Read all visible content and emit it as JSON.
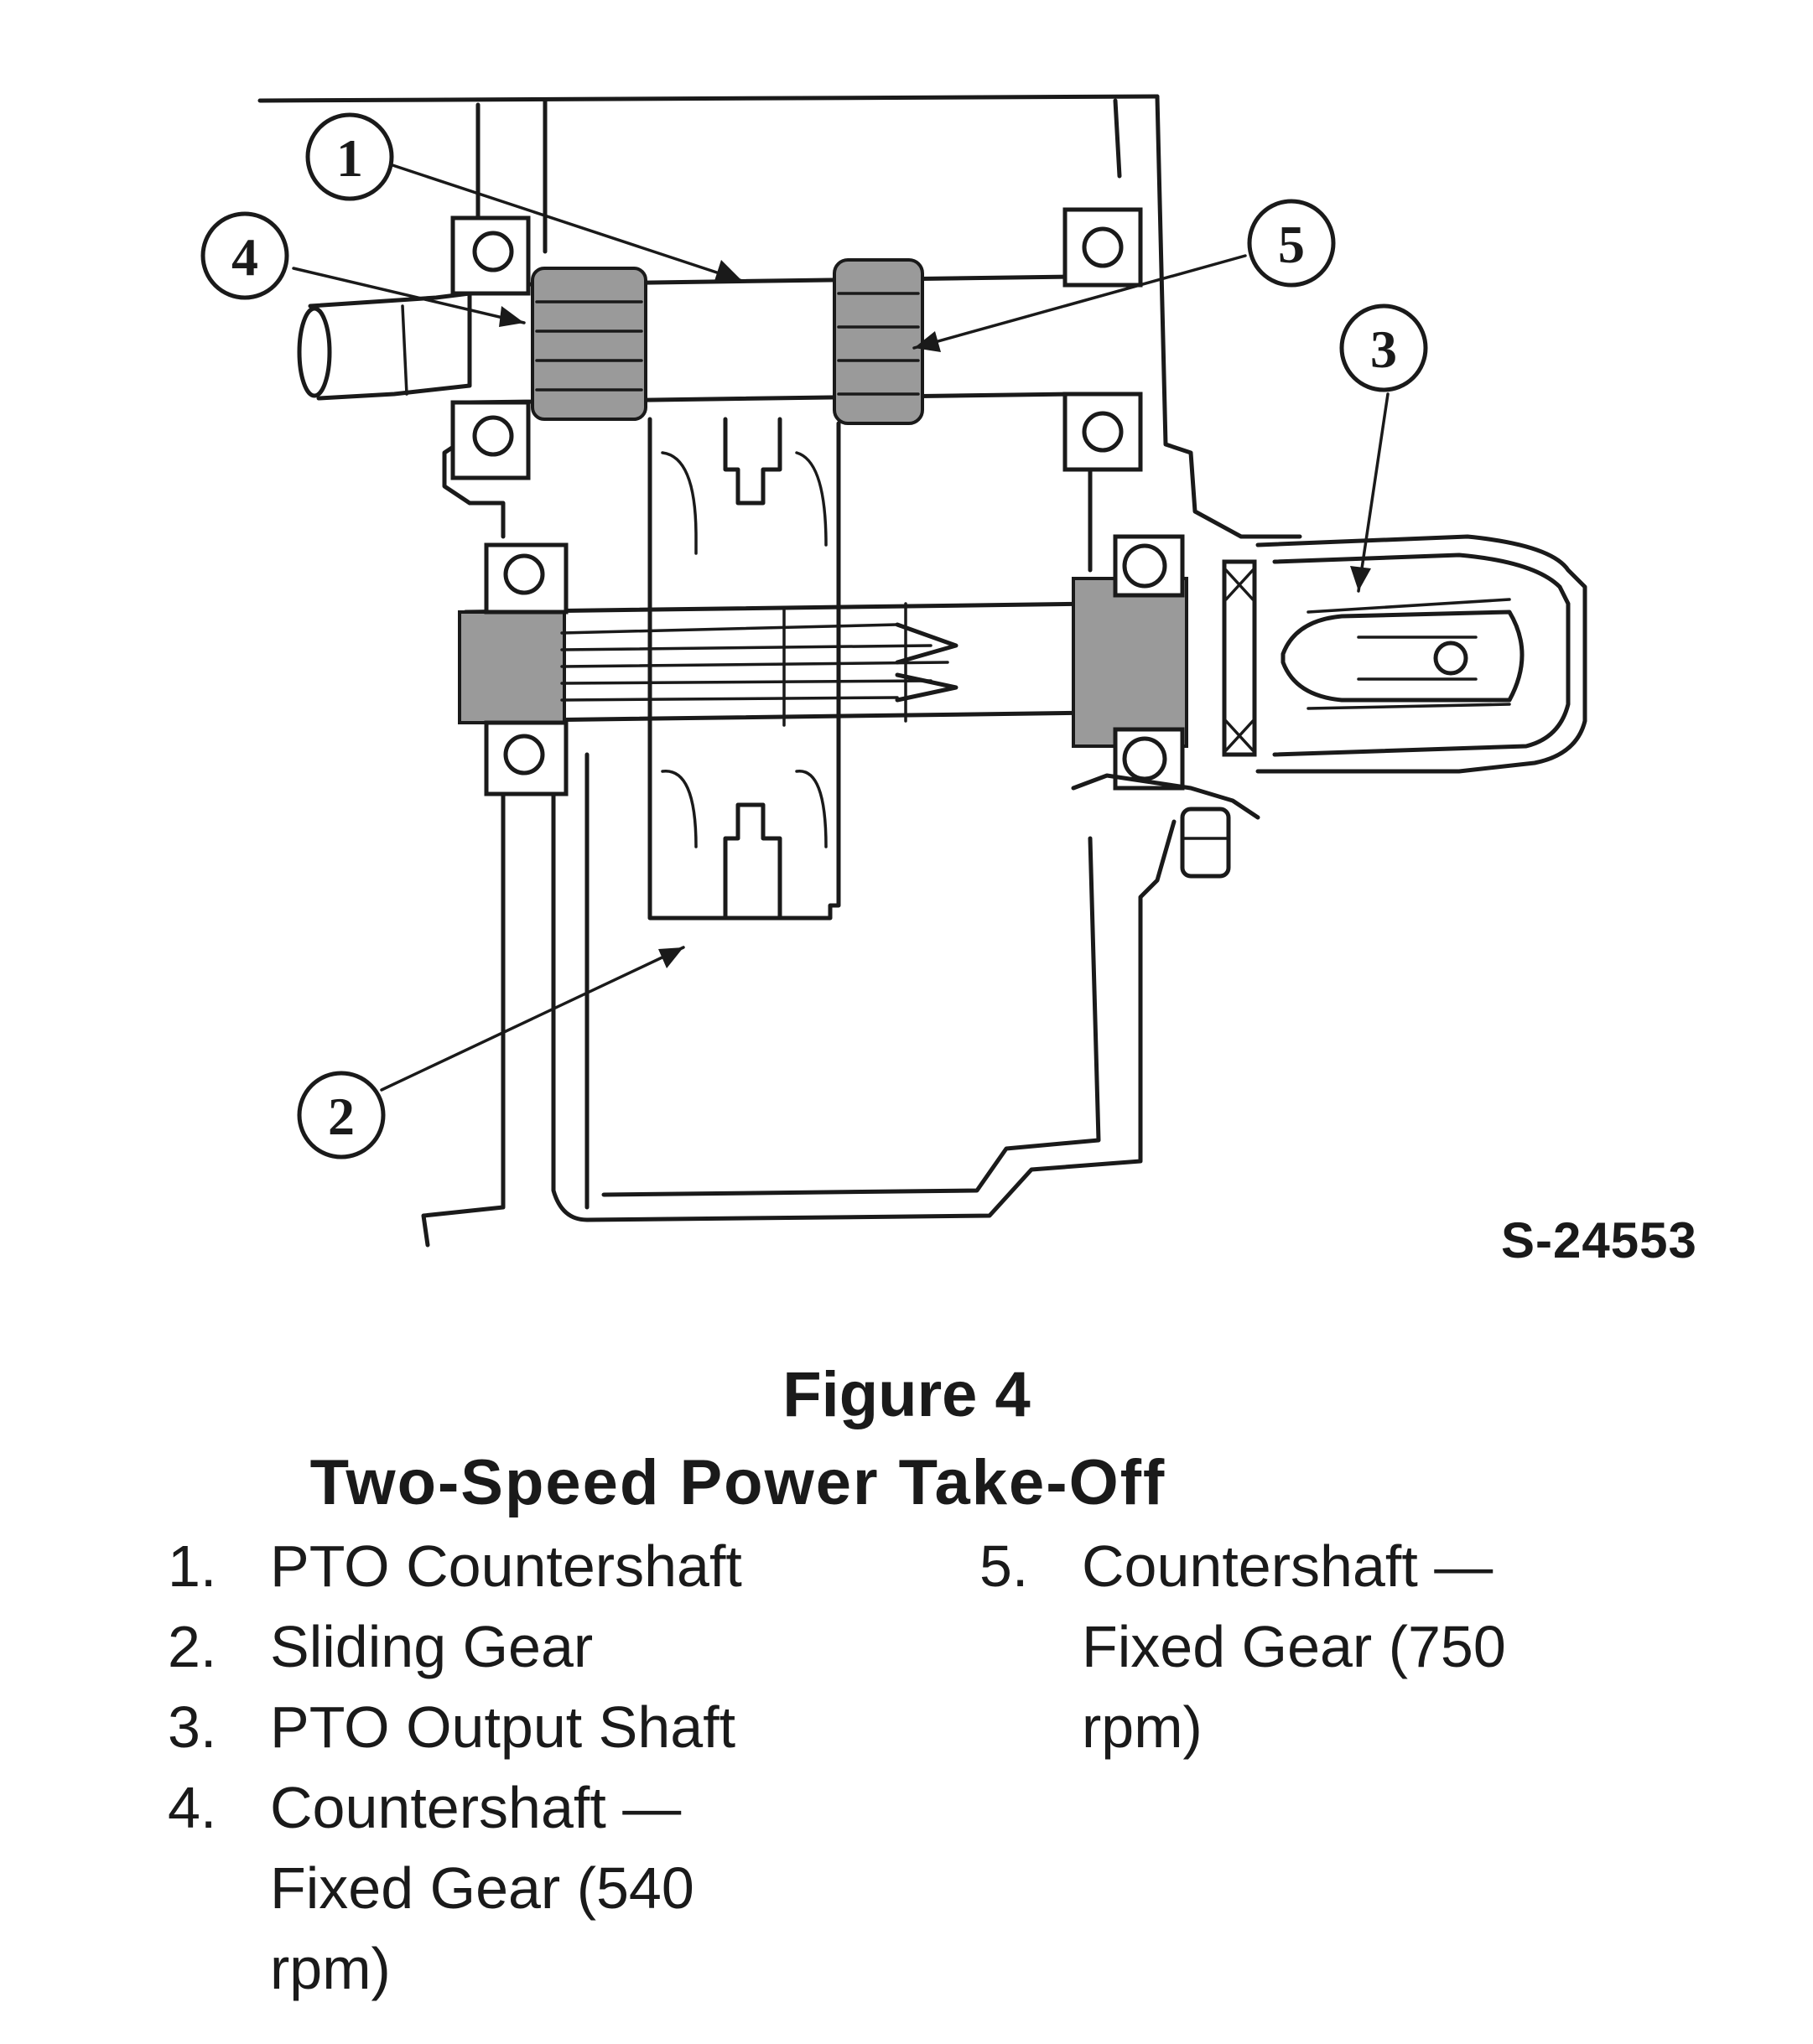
{
  "figure": {
    "number_label": "Figure 4",
    "title": "Two-Speed Power Take-Off",
    "reference_code": "S-24553"
  },
  "callouts": [
    "1",
    "2",
    "3",
    "4",
    "5"
  ],
  "legend": {
    "left": [
      {
        "num": "1.",
        "text": "PTO Countershaft"
      },
      {
        "num": "2.",
        "text": "Sliding Gear"
      },
      {
        "num": "3.",
        "text": "PTO Output Shaft"
      },
      {
        "num": "4.",
        "text": "Countershaft — Fixed Gear (540 rpm)"
      }
    ],
    "right": [
      {
        "num": "5.",
        "text": "Countershaft — Fixed Gear (750 rpm)"
      }
    ]
  }
}
